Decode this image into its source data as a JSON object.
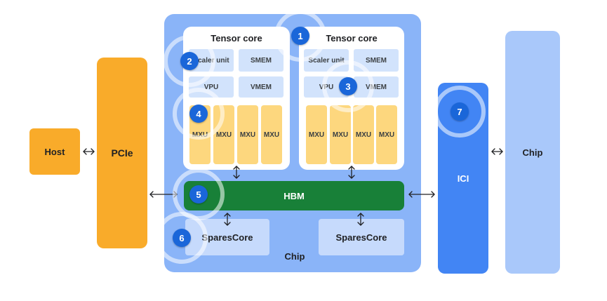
{
  "host": "Host",
  "pcie": "PCIe",
  "chip_label": "Chip",
  "tensor_cores": [
    {
      "title": "Tensor core",
      "scaler": "Scaler unit",
      "smem": "SMEM",
      "vpu": "VPU",
      "vmem": "VMEM",
      "mxus": [
        "MXU",
        "MXU",
        "MXU",
        "MXU"
      ]
    },
    {
      "title": "Tensor core",
      "scaler": "Scaler unit",
      "smem": "SMEM",
      "vpu": "VPU",
      "vmem": "VMEM",
      "mxus": [
        "MXU",
        "MXU",
        "MXU",
        "MXU"
      ]
    }
  ],
  "hbm": "HBM",
  "sparsecores": [
    "SparesCore",
    "SparesCore"
  ],
  "ici": "ICI",
  "chip_right": "Chip",
  "badges": [
    "1",
    "2",
    "3",
    "4",
    "5",
    "6",
    "7"
  ],
  "colors": {
    "orange": "#f9ab2a",
    "chip_blue": "#8ab4f8",
    "ici_blue": "#4285f4",
    "hbm_green": "#188038",
    "mxu_yellow": "#fdd77e",
    "badge_blue": "#1a66d9"
  }
}
